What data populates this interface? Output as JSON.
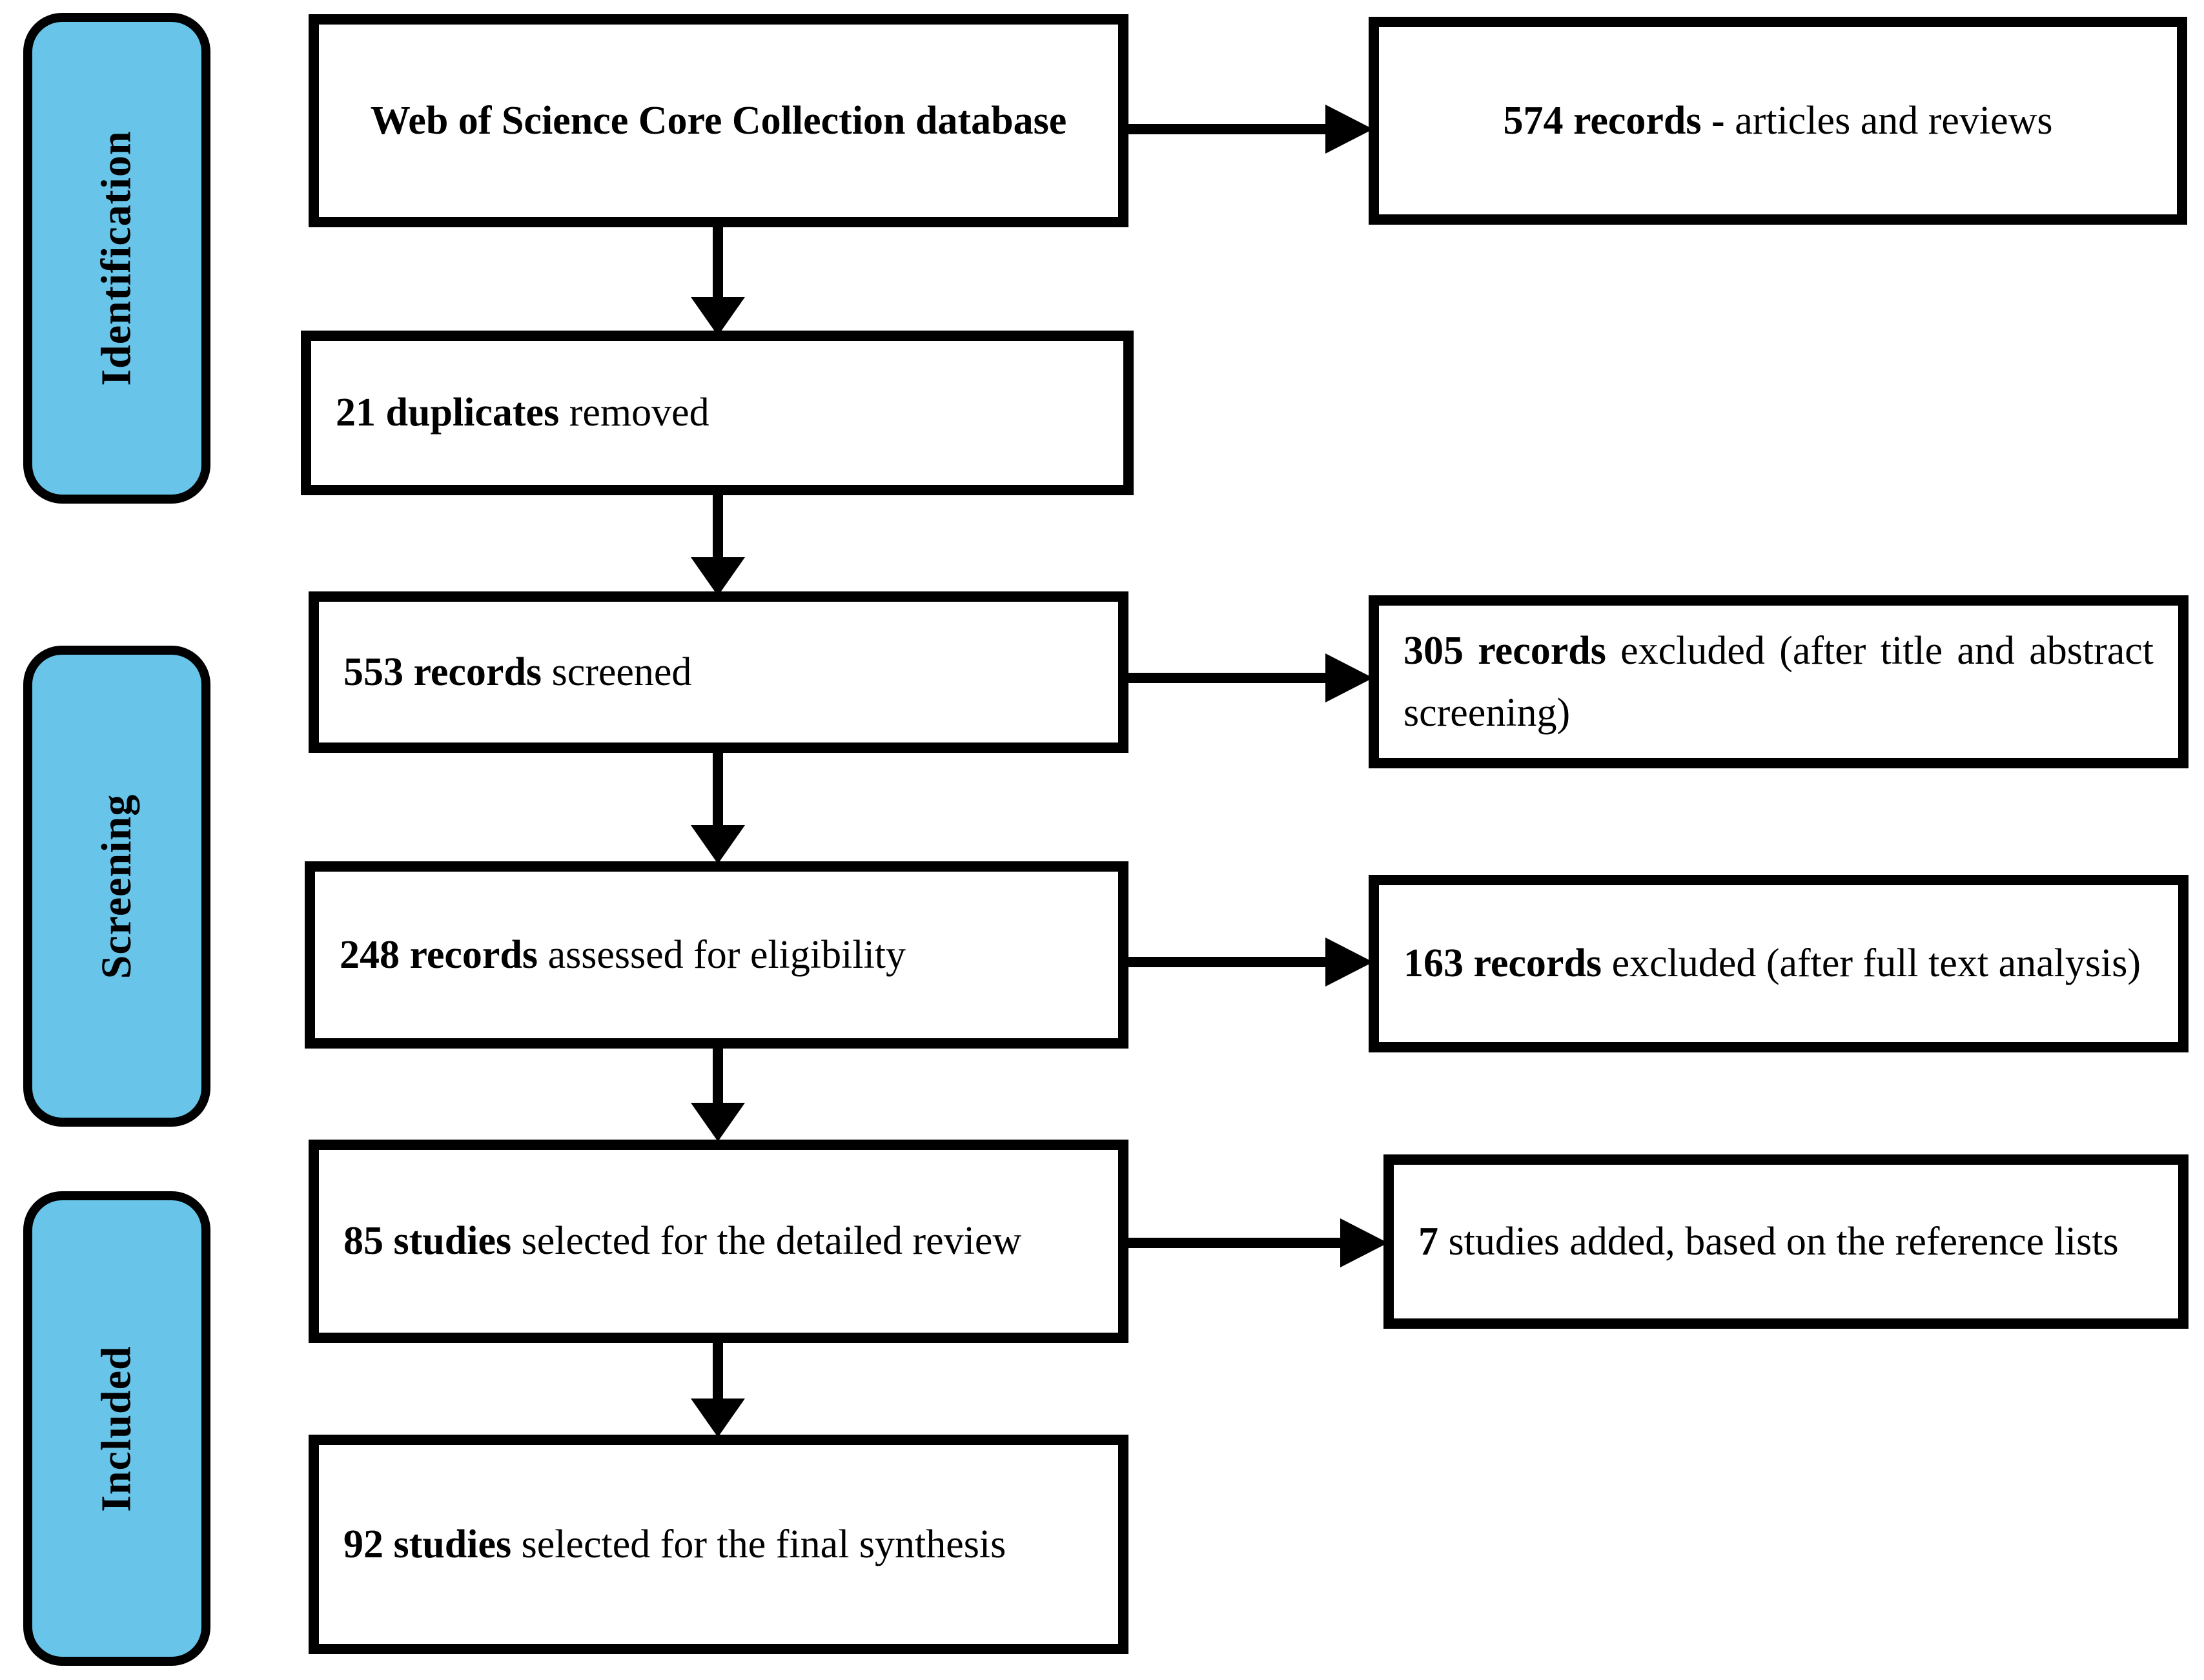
{
  "diagram": {
    "type": "prisma-flow-diagram",
    "title": "PRISMA study selection flow diagram",
    "accent_color": "#68C4E8",
    "line_color": "#000000",
    "background_color": "#FFFFFF"
  },
  "stages": [
    {
      "id": "identification",
      "label": "Identification"
    },
    {
      "id": "screening",
      "label": "Screening"
    },
    {
      "id": "included",
      "label": "Included"
    }
  ],
  "boxes": {
    "source_database": {
      "bold": "Web of Science Core Collection database",
      "rest": "",
      "full": "Web of Science Core Collection database"
    },
    "records_retrieved": {
      "bold": "574 records -",
      "rest": " articles and reviews",
      "full": "574 records - articles and reviews"
    },
    "duplicates_removed": {
      "bold": "21 duplicates",
      "rest": " removed",
      "full": "21 duplicates removed"
    },
    "records_screened": {
      "bold": "553 records",
      "rest": " screened",
      "full": "553 records screened"
    },
    "records_excluded_title_abstract": {
      "bold": "305 records",
      "rest": " excluded (after title and abstract screening)",
      "full": "305 records excluded (after title and abstract screening)"
    },
    "records_assessed": {
      "bold": "248 records",
      "rest": " assessed for eligibility",
      "full": "248 records assessed for eligibility"
    },
    "records_excluded_full_text": {
      "bold": "163 records",
      "rest": " excluded (after full text analysis)",
      "full": "163 records excluded (after full text analysis)"
    },
    "studies_detailed_review": {
      "bold": "85 studies",
      "rest": " selected for the detailed review",
      "full": "85 studies selected for the detailed review"
    },
    "studies_added_reference_lists": {
      "bold": "7",
      "rest": " studies added, based on the reference lists",
      "full": "7 studies added, based on the reference lists"
    },
    "studies_final_synthesis": {
      "bold": "92 studies",
      "rest": " selected for the final synthesis",
      "full": "92 studies selected for the final synthesis"
    }
  },
  "flow": {
    "vertical_steps": [
      "source_database",
      "duplicates_removed",
      "records_screened",
      "records_assessed",
      "studies_detailed_review",
      "studies_final_synthesis"
    ],
    "side_branches": [
      {
        "from": "source_database",
        "to": "records_retrieved"
      },
      {
        "from": "records_screened",
        "to": "records_excluded_title_abstract"
      },
      {
        "from": "records_assessed",
        "to": "records_excluded_full_text"
      },
      {
        "from": "studies_detailed_review",
        "to": "studies_added_reference_lists"
      }
    ]
  }
}
